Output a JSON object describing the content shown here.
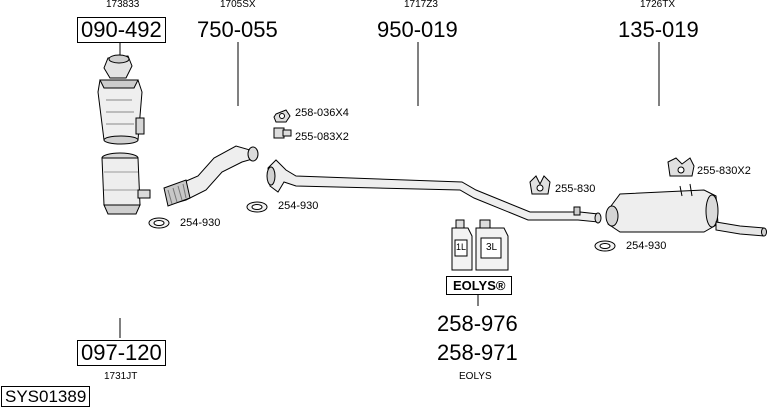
{
  "diagram": {
    "colors": {
      "line": "#000000",
      "part_fill": "#eeeeee",
      "part_shade": "#b8b8b8"
    },
    "top_labels": {
      "catalyst_ref": "173833",
      "front_pipe_ref": "1705SX",
      "middle_pipe_ref": "1717Z3",
      "rear_box_ref": "1726TX"
    },
    "part_numbers": {
      "catalyst": "090-492",
      "front_pipe": "750-055",
      "middle_pipe": "950-019",
      "rear_box": "135-019",
      "particle_filter": "097-120"
    },
    "bottom_labels": {
      "particle_filter_ref": "1731JT",
      "eolys_caption": "EOLYS"
    },
    "fittings": {
      "nut": "258-036X4",
      "bolt": "255-083X2",
      "gasket_filter": "254-930",
      "gasket_front_pipe": "254-930",
      "clamp_middle": "255-830",
      "hanger_rear": "255-830X2",
      "gasket_rear": "254-930"
    },
    "eolys": {
      "brand": "EOLYS®",
      "bottle_small": "1L",
      "bottle_large": "3L",
      "part_a": "258-976",
      "part_b": "258-971"
    },
    "system_code": "SYS01389"
  }
}
